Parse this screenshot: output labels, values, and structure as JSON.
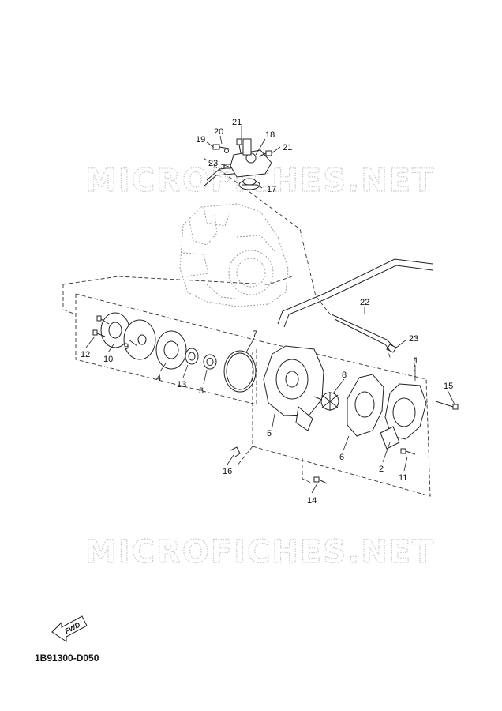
{
  "diagram": {
    "code": "1B91300-D050",
    "watermark_text": "MICROFICHES.NET",
    "fwd_label": "FWD",
    "colors": {
      "line": "#222222",
      "dashed_line": "#333333",
      "ghost_part": "#9a9a9a",
      "watermark": "#c8c8c8",
      "background": "#ffffff"
    }
  },
  "callouts": {
    "c1": "1",
    "c2": "2",
    "c3": "3",
    "c4": "4",
    "c5": "5",
    "c6": "6",
    "c7": "7",
    "c8": "8",
    "c9": "9",
    "c10": "10",
    "c11": "11",
    "c12": "12",
    "c13": "13",
    "c14": "14",
    "c15": "15",
    "c16": "16",
    "c17": "17",
    "c18": "18",
    "c19": "19",
    "c20": "20",
    "c21a": "21",
    "c21b": "21",
    "c22": "22",
    "c23a": "23",
    "c23b": "23"
  }
}
